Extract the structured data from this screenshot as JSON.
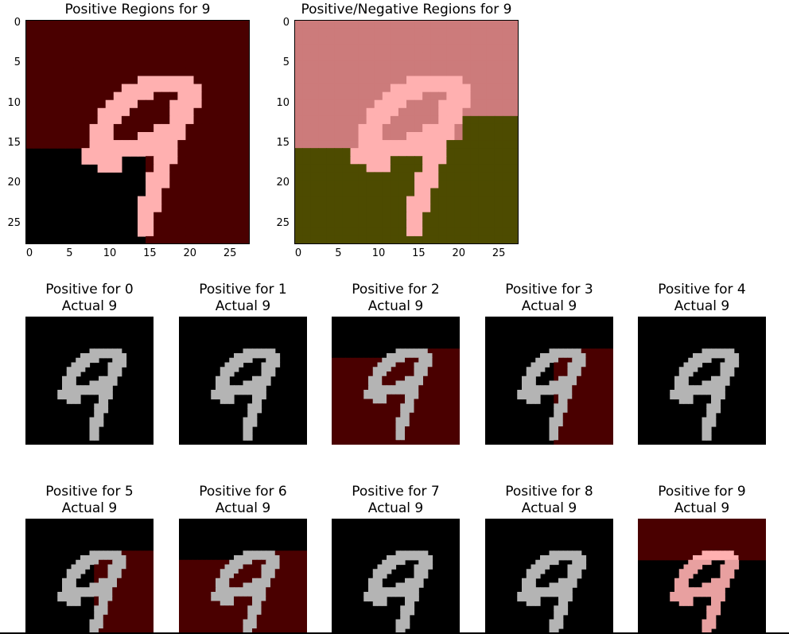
{
  "top_panels": [
    {
      "title": "Positive Regions for 9",
      "overlay": "pos",
      "x_ticks": [
        "0",
        "5",
        "10",
        "15",
        "20",
        "25"
      ],
      "y_ticks": [
        "0",
        "5",
        "10",
        "15",
        "20",
        "25"
      ]
    },
    {
      "title": "Positive/Negative Regions for 9",
      "overlay": "posneg",
      "x_ticks": [
        "0",
        "5",
        "10",
        "15",
        "20",
        "25"
      ],
      "y_ticks": [
        "0",
        "5",
        "10",
        "15",
        "20",
        "25"
      ]
    }
  ],
  "small_panels": [
    {
      "line1": "Positive for 0",
      "line2": "Actual 9",
      "overlay": "none"
    },
    {
      "line1": "Positive for 1",
      "line2": "Actual 9",
      "overlay": "none"
    },
    {
      "line1": "Positive for 2",
      "line2": "Actual 9",
      "overlay": "d2"
    },
    {
      "line1": "Positive for 3",
      "line2": "Actual 9",
      "overlay": "d3"
    },
    {
      "line1": "Positive for 4",
      "line2": "Actual 9",
      "overlay": "none"
    },
    {
      "line1": "Positive for 5",
      "line2": "Actual 9",
      "overlay": "d3"
    },
    {
      "line1": "Positive for 6",
      "line2": "Actual 9",
      "overlay": "d2"
    },
    {
      "line1": "Positive for 7",
      "line2": "Actual 9",
      "overlay": "none"
    },
    {
      "line1": "Positive for 8",
      "line2": "Actual 9",
      "overlay": "none"
    },
    {
      "line1": "Positive for 9",
      "line2": "Actual 9",
      "overlay": "d9"
    }
  ],
  "colors": {
    "red_region": "#4a0000",
    "pink_region": "#cc7b7b",
    "olive_region": "#4d4b00",
    "digit_pink": "#ffb0b0",
    "digit_gray": "#b4b4b4",
    "background": "#000000"
  }
}
